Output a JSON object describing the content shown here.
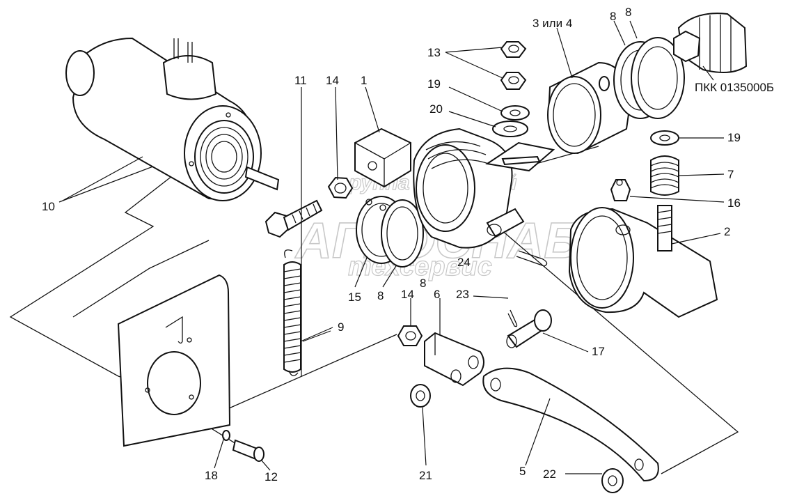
{
  "watermark": {
    "line1": "группа компаний",
    "line2": "АГРОСНАБ",
    "line3": "техсервис"
  },
  "labels": {
    "l1": "1",
    "l2": "2",
    "l3or4": "3 или 4",
    "l5": "5",
    "l6": "6",
    "l7": "7",
    "l8a": "8",
    "l8b": "8",
    "l8c": "8",
    "l8d": "8",
    "l9": "9",
    "l10": "10",
    "l11": "11",
    "l12": "12",
    "l13": "13",
    "l14a": "14",
    "l14b": "14",
    "l15": "15",
    "l16": "16",
    "l17": "17",
    "l18": "18",
    "l19a": "19",
    "l19b": "19",
    "l20": "20",
    "l21": "21",
    "l22": "22",
    "l23": "23",
    "l24": "24",
    "pkk": "ПКК 0135000Б"
  }
}
